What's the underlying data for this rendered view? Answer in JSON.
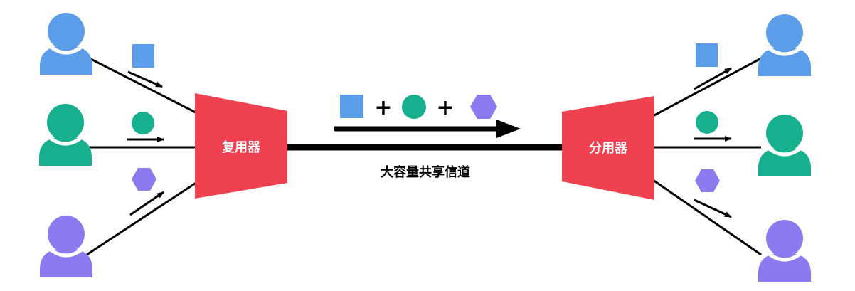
{
  "multiplexer": {
    "label": "复用器",
    "color": "#f04150"
  },
  "demultiplexer": {
    "label": "分用器",
    "color": "#f04150"
  },
  "channel": {
    "label": "大容量共享信道"
  },
  "formula": {
    "plus_1": "+",
    "plus_2": "+"
  },
  "symbols": [
    "square",
    "circle",
    "hexagon"
  ],
  "colors": {
    "blue": "#5b9de8",
    "green": "#17b08e",
    "purple": "#8a7cf0",
    "line": "#000000"
  },
  "users": {
    "left": [
      "blue",
      "green",
      "purple"
    ],
    "right": [
      "blue",
      "green",
      "purple"
    ]
  }
}
